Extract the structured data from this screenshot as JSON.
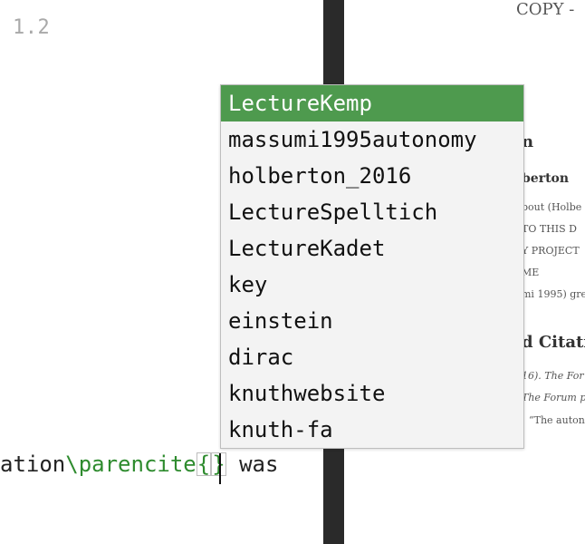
{
  "editor": {
    "version_label": "1.2",
    "line": {
      "before": "ation",
      "command": "\\parencite",
      "brace_open": "{",
      "brace_close": "}",
      "after": " was"
    }
  },
  "preview": {
    "header_text": "COPY - ",
    "chapter_fragment": "n",
    "author_heading": "berton",
    "snippet_1": "bout (Holbe",
    "snippet_2": "TO THIS D",
    "snippet_3": "Y PROJECT",
    "snippet_4": "ME",
    "snippet_5": "mi 1995) gre",
    "section_heading": "d Citatio",
    "ref_1": "16). The For",
    "ref_2": "The Forum p",
    "ref_3": "“The autono"
  },
  "autocomplete": {
    "items": [
      {
        "label": "LectureKemp",
        "selected": true
      },
      {
        "label": "massumi1995autonomy"
      },
      {
        "label": "holberton_2016"
      },
      {
        "label": "LectureSpelltich"
      },
      {
        "label": "LectureKadet"
      },
      {
        "label": "key"
      },
      {
        "label": "einstein"
      },
      {
        "label": "dirac"
      },
      {
        "label": "knuthwebsite"
      },
      {
        "label": "knuth-fa"
      }
    ],
    "selected_color": "#4e9a4e"
  }
}
